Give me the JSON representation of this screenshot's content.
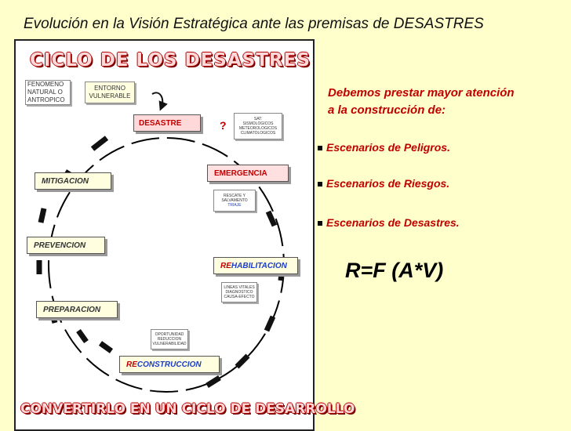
{
  "title": "Evolución en la Visión Estratégica ante las premisas de DESASTRES",
  "diagram": {
    "heading": "CICLO DE LOS DESASTRES",
    "footer": "CONVERTIRLO EN UN CICLO DE DESARROLLO",
    "fenomeno": [
      "FENOMENO",
      "NATURAL O",
      "ANTROPICO"
    ],
    "entorno": [
      "ENTORNO",
      "VULNERABLE"
    ],
    "desastre": "DESASTRE",
    "question": "?",
    "sat": [
      "SAT:",
      "SISMOLOGICOS",
      "METEOROLOGICOS",
      "CLIMATOLOGICOS"
    ],
    "emergencia": "EMERGENCIA",
    "rescate": [
      "RESCATE Y",
      "SALVAMENTO"
    ],
    "triaje": "TRIAJE",
    "rehab_prefix": "RE",
    "rehab_suffix": "HABILITACION",
    "lineas": [
      "LINEAS VITALES",
      "DIAGNOSTICO",
      "CAUSA-EFECTO"
    ],
    "recon_prefix": "RE",
    "recon_suffix": "CONSTRUCCION",
    "oportunidad": [
      "OPORTUNIDAD",
      "REDUCCION",
      "VULNERABILIDAD"
    ],
    "preparacion": "PREPARACION",
    "prevencion": "PREVENCION",
    "mitigacion": "MITIGACION"
  },
  "right": {
    "heading_line1": "Debemos prestar mayor atención",
    "heading_line2": " a la construcción de:",
    "bullets": [
      "Escenarios de Peligros.",
      "Escenarios de Riesgos.",
      "Escenarios de Desastres."
    ],
    "formula": "R=F (A*V)"
  },
  "colors": {
    "background": "#ffffcc",
    "accent_red": "#c00000",
    "accent_blue": "#1a3cc8"
  }
}
